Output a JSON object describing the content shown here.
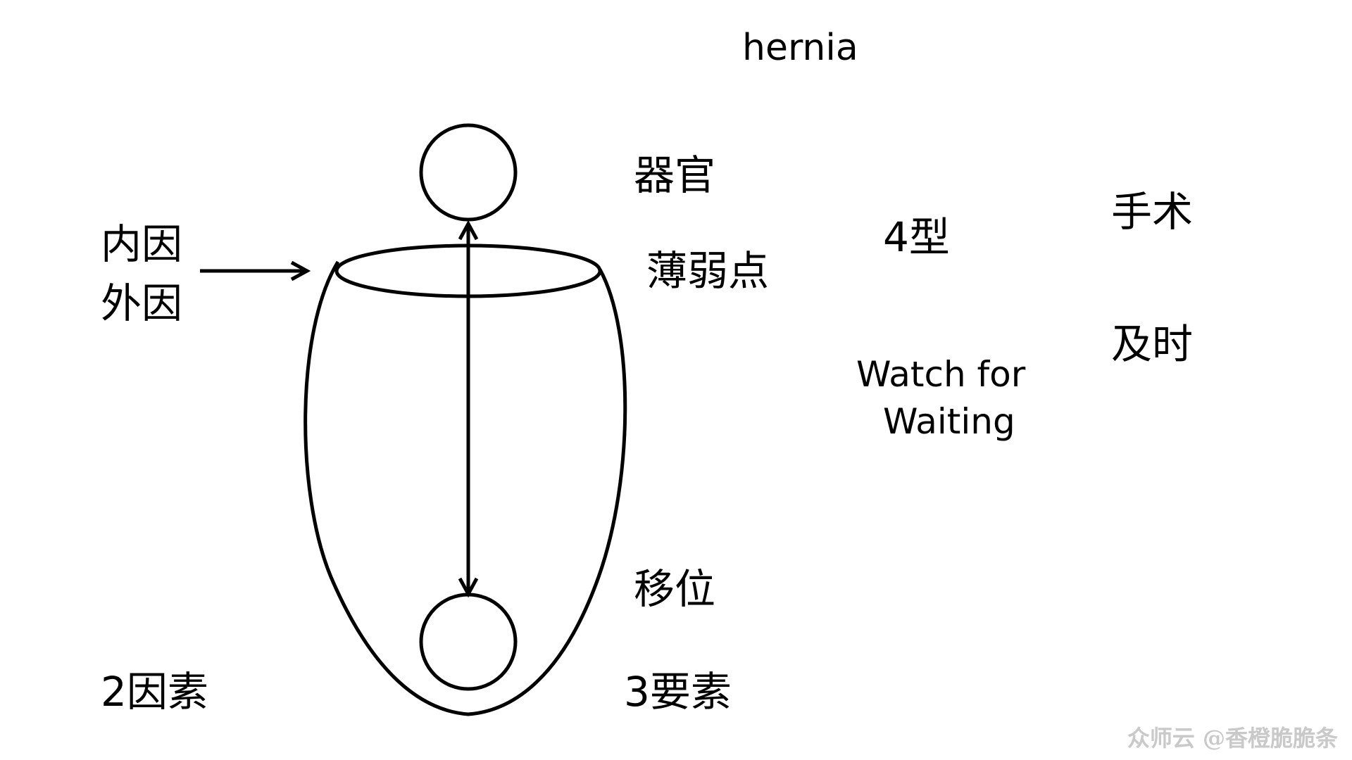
{
  "title": "hernia",
  "labels": {
    "organ": "器官",
    "weak_point": "薄弱点",
    "internal_cause": "内因",
    "external_cause": "外因",
    "displacement": "移位",
    "two_factors": "2因素",
    "three_elements": "3要素",
    "four_types": "4型",
    "watch_line1": "Watch for",
    "watch_line2": "Waiting",
    "surgery": "手术",
    "timely": "及时"
  },
  "watermark": "众师云 @香橙脆脆条",
  "colors": {
    "stroke": "#000000",
    "background": "#ffffff",
    "watermark": "#c9c9c9"
  }
}
